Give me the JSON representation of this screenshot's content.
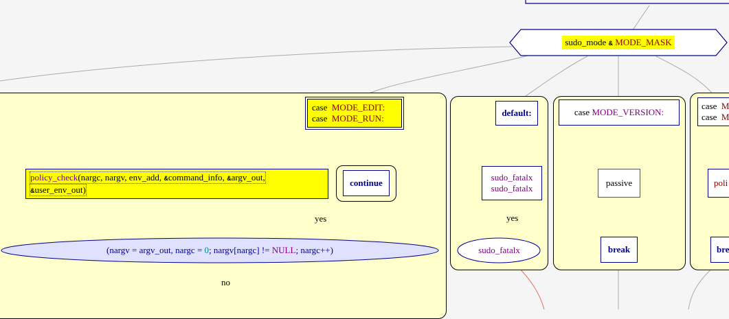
{
  "switch_node": {
    "expr": "sudo_mode",
    "op": "&",
    "mask": "MODE_MASK"
  },
  "case_edit_run": {
    "line1_kw": "case",
    "line1_mac": "MODE_EDIT:",
    "line2_kw": "case",
    "line2_mac": "MODE_RUN:"
  },
  "policy_check": {
    "fn": "policy_check",
    "args1": "(nargc, nargv, env_add, ",
    "amp1": "&",
    "arg_ci": "command_info, ",
    "amp2": "&",
    "arg_ao": "argv_out,",
    "amp3": "&",
    "arg_ueo": "user_env_out",
    "close": ")"
  },
  "continue_node": {
    "label": "continue"
  },
  "for_loop": {
    "open": "(nargv",
    "eq1": "=",
    "a1": "argv_out,",
    "nargc": "nargc",
    "eq2": "=",
    "zero": "0",
    "semi1": ";",
    "nargv2": "nargv[nargc]",
    "neq": "!=",
    "null": "NULL",
    "semi2": ";",
    "inc": "nargc++)"
  },
  "edge_labels": {
    "yes1": "yes",
    "no1": "no",
    "yes2": "yes"
  },
  "default_node": {
    "label": "default:"
  },
  "fatal_pair": {
    "line1": "sudo_fatalx",
    "line2": "sudo_fatalx"
  },
  "fatal_ellipse": {
    "label": "sudo_fatalx"
  },
  "case_version": {
    "kw": "case",
    "mac": "MODE_VERSION:"
  },
  "passive_node": {
    "label": "passive"
  },
  "break_node": {
    "label": "break"
  },
  "case_right": {
    "line1_kw": "case",
    "line1_mac": "M",
    "line2_kw": "case",
    "line2_mac": "M"
  },
  "poli_node": {
    "label": "poli"
  },
  "bre_node": {
    "label": "bre"
  },
  "colors": {
    "cluster_fill": "#ffffcc",
    "highlight": "#ffff00",
    "ellipse_fill": "#e0e0ff",
    "node_border": "#00008b",
    "macro": "#8b0000",
    "function": "#800080"
  }
}
